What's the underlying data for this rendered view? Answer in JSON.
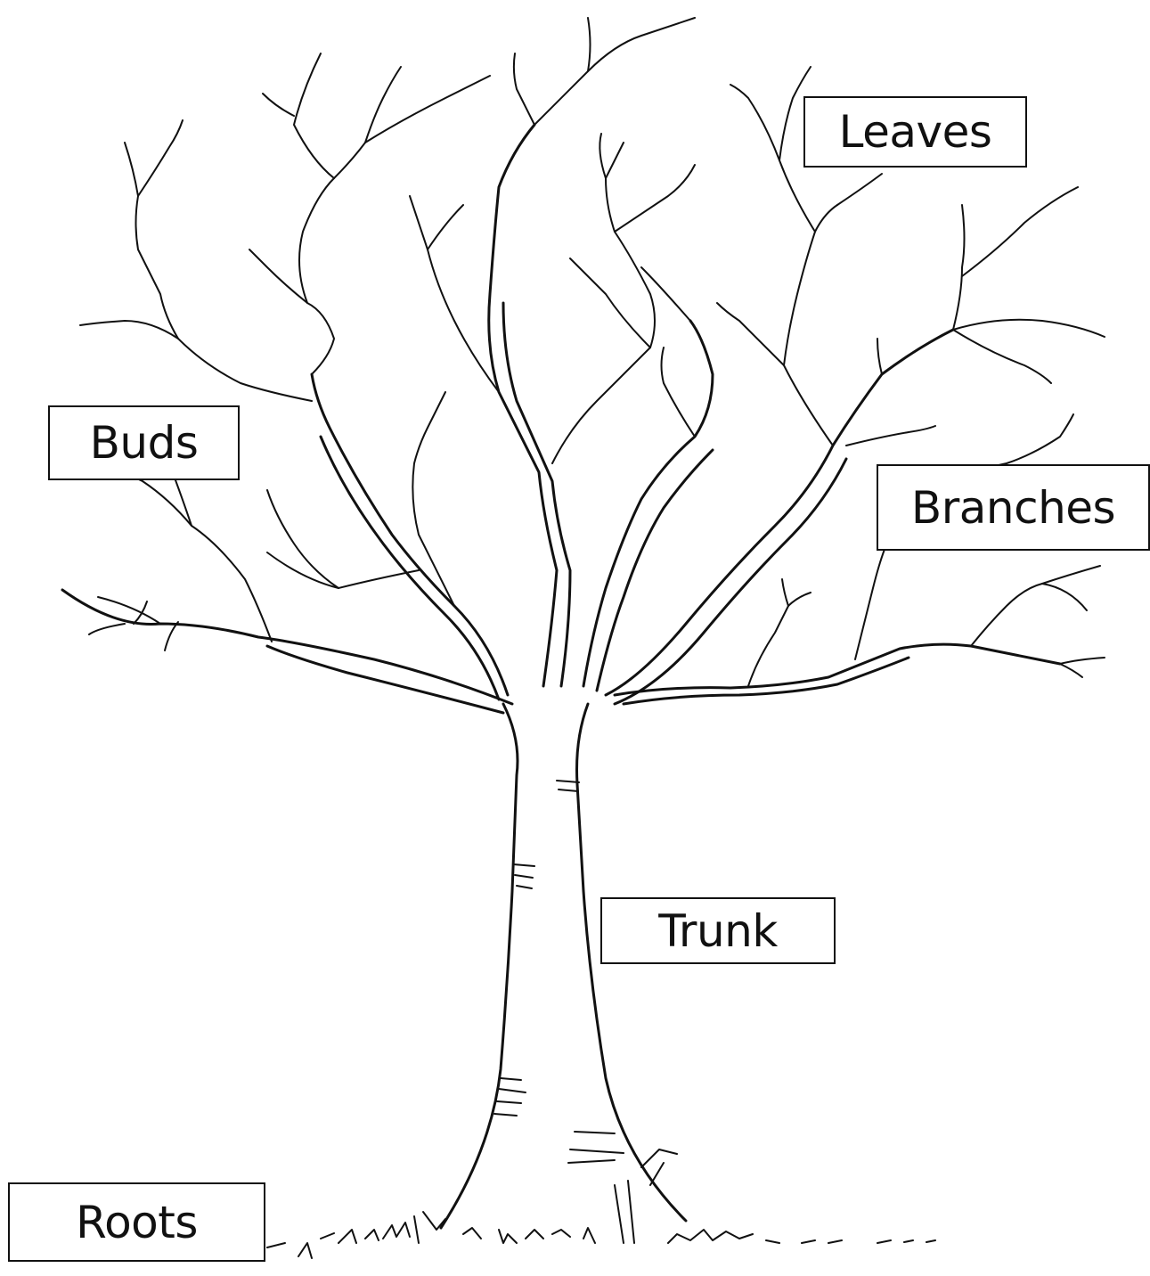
{
  "labels": {
    "leaves": "Leaves",
    "buds": "Buds",
    "branches": "Branches",
    "trunk": "Trunk",
    "roots": "Roots"
  },
  "colors": {
    "ink": "#111111",
    "paper": "#ffffff"
  },
  "illustration": "bare-tree-line-drawing"
}
